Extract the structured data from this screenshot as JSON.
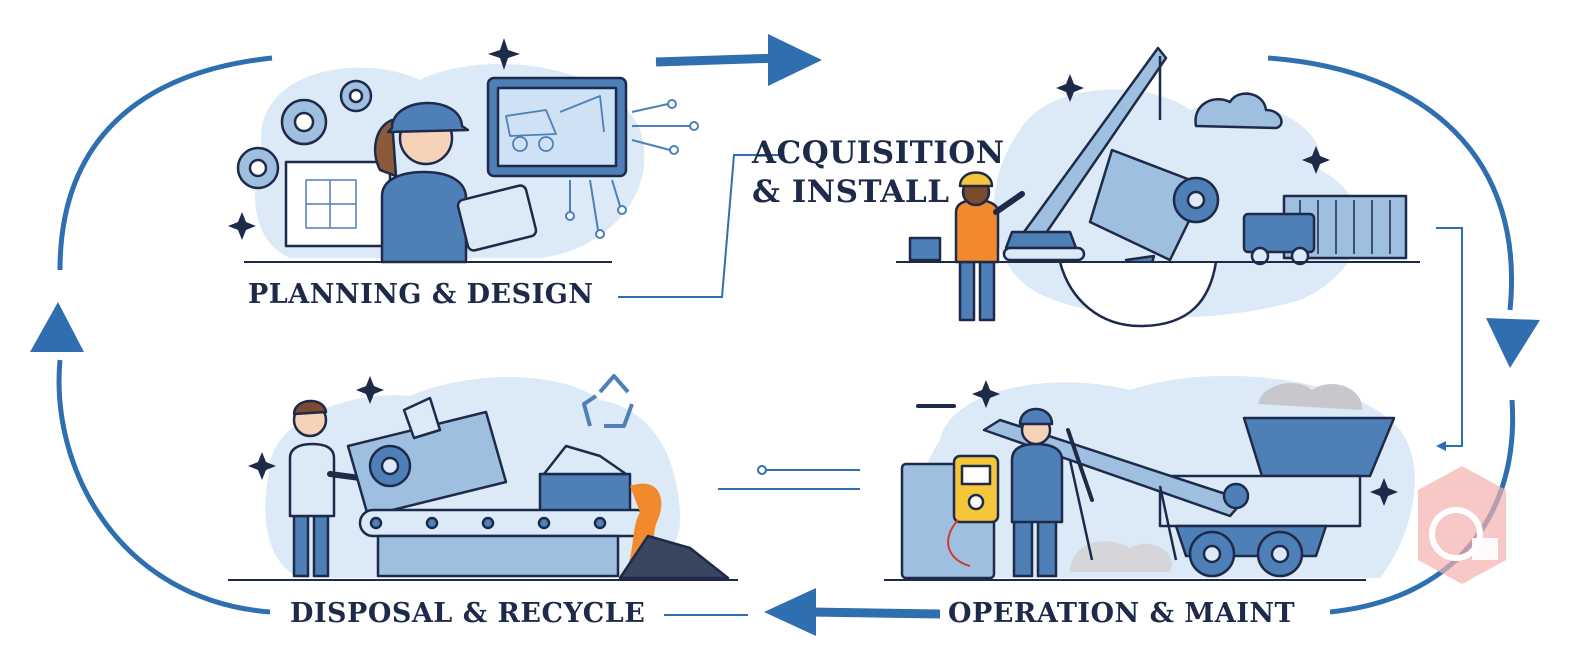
{
  "stages": {
    "planning": {
      "label": "PLANNING & DESIGN"
    },
    "acquisition": {
      "line1": "ACQUISITION",
      "line2": "& INSTALL"
    },
    "operation": {
      "label": "OPERATION & MAINT"
    },
    "disposal": {
      "label": "DISPOSAL & RECYCLE"
    }
  },
  "colors": {
    "arrow": "#2f6fb0",
    "ink": "#1e2a4a",
    "fill_light": "#dce9f6",
    "fill_mid": "#9fbfe0",
    "fill_dark": "#4f7fb7",
    "accent_orange": "#f08a2c",
    "watermark": "#e8635f"
  },
  "icons": {
    "planning": [
      "gear-icon",
      "blueprint-icon",
      "engineer-icon",
      "tablet-icon",
      "monitor-icon",
      "dump-truck-icon",
      "circuit-icon"
    ],
    "acquisition": [
      "crane-icon",
      "worker-icon",
      "drill-rig-icon",
      "container-icon",
      "truck-icon",
      "cloud-icon"
    ],
    "operation": [
      "technician-icon",
      "multimeter-icon",
      "wrench-icon",
      "conveyor-icon",
      "mining-hopper-icon",
      "dust-cloud-icon"
    ],
    "disposal": [
      "worker-icon",
      "scrap-machine-icon",
      "recycle-icon",
      "conveyor-belt-icon",
      "molten-metal-icon"
    ]
  }
}
